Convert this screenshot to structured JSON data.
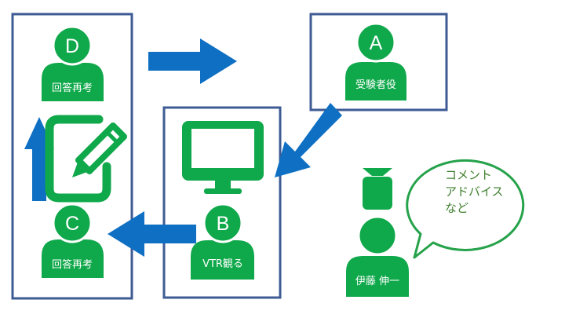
{
  "colors": {
    "person_green": "#0fa84a",
    "frame_blue": "#3e5b94",
    "arrow_blue": "#0e6fc3",
    "bubble_border": "#25a24a",
    "bubble_text": "#3f7f2f"
  },
  "persons": {
    "d": {
      "letter": "D",
      "label": "回答再考"
    },
    "a": {
      "letter": "A",
      "label": "受験者役"
    },
    "b": {
      "letter": "B",
      "label": "VTR観る"
    },
    "c": {
      "letter": "C",
      "label": "回答再考"
    },
    "instructor": {
      "label": "伊藤 伸一"
    }
  },
  "bubble": {
    "lines": [
      "コメント",
      "アドバイス",
      "など"
    ]
  },
  "icons": [
    "pencil-note-icon",
    "monitor-icon",
    "person-icon",
    "instructor-icon",
    "speech-bubble-icon"
  ]
}
